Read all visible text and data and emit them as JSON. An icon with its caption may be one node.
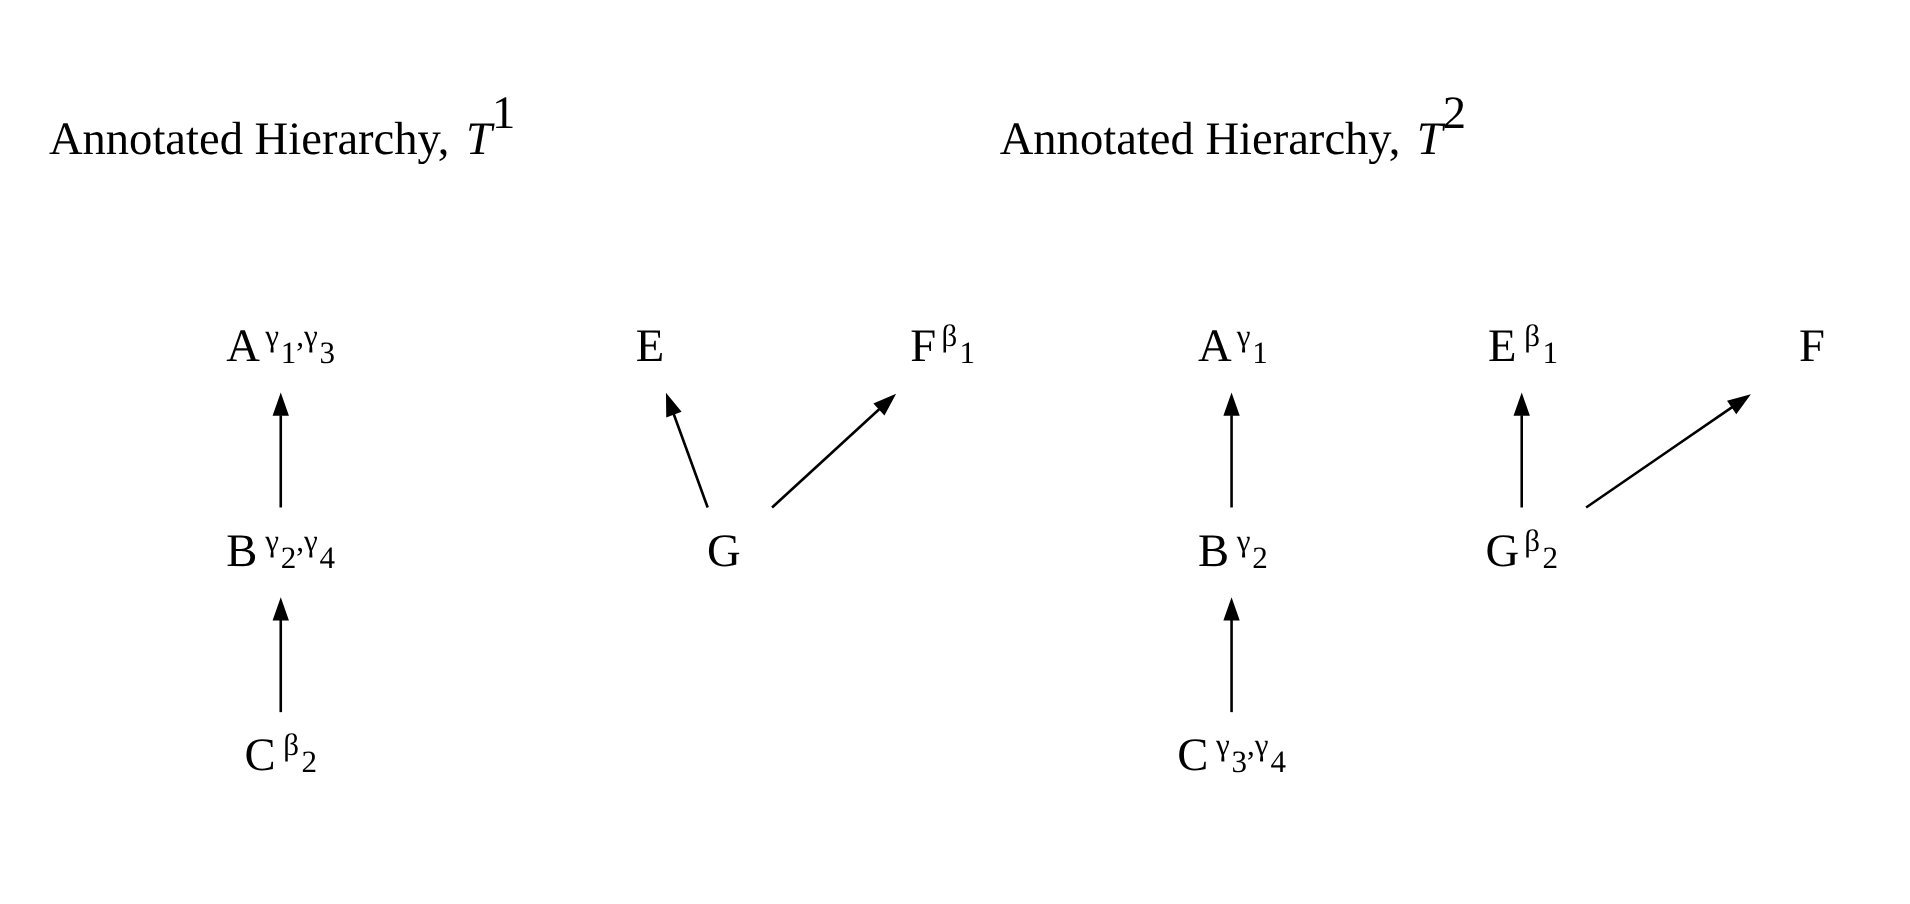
{
  "diagram": {
    "nodes": [
      {
        "text": [
          "A"
        ],
        "beside": [
          "γ$_{1}$,γ$_{3}$"
        ]
      },
      {
        "text": [
          "E"
        ]
      },
      {
        "text": [
          "F"
        ],
        "beside": [
          "β$_{1}$"
        ]
      },
      {
        "text": [
          "B"
        ],
        "beside": [
          "γ$_{2}$,γ$_{4}$"
        ]
      },
      {
        "text": [
          "G"
        ]
      },
      {
        "text": [
          "C"
        ],
        "beside": [
          "β$_{2}$"
        ]
      },
      {
        "text": [
          "A"
        ],
        "beside": [
          "γ$_{1}$"
        ]
      },
      {
        "text": [
          "E"
        ],
        "beside": [
          "β$_{1}$"
        ]
      },
      {
        "text": [
          "F"
        ]
      },
      {
        "text": [
          "B"
        ],
        "beside": [
          "γ$_{2}$"
        ]
      },
      {
        "text": [
          "G"
        ],
        "beside": [
          "β$_{2}$"
        ]
      },
      {
        "text": [
          "C"
        ],
        "beside": [
          "γ$_{3}$,γ$_{4}$"
        ]
      }
    ],
    "edges": [
      {
        "from": 5,
        "to": 3,
        "arrow": "to"
      },
      {
        "from": 3,
        "to": 0,
        "arrow": "to"
      },
      {
        "from": 4,
        "to": 1,
        "arrow": "to"
      },
      {
        "from": 4,
        "to": 2,
        "arrow": "to"
      },
      {
        "from": 11,
        "to": 9,
        "arrow": "to"
      },
      {
        "from": 9,
        "to": 6,
        "arrow": "to"
      },
      {
        "from": 10,
        "to": 7,
        "arrow": "to"
      },
      {
        "from": 10,
        "to": 8,
        "arrow": "to"
      }
    ],
    "labels": [
      "Annotated Hierarchy, *T*$^{1}$",
      "Annotated Hierarchy, *T*$^{2}$"
    ]
  }
}
